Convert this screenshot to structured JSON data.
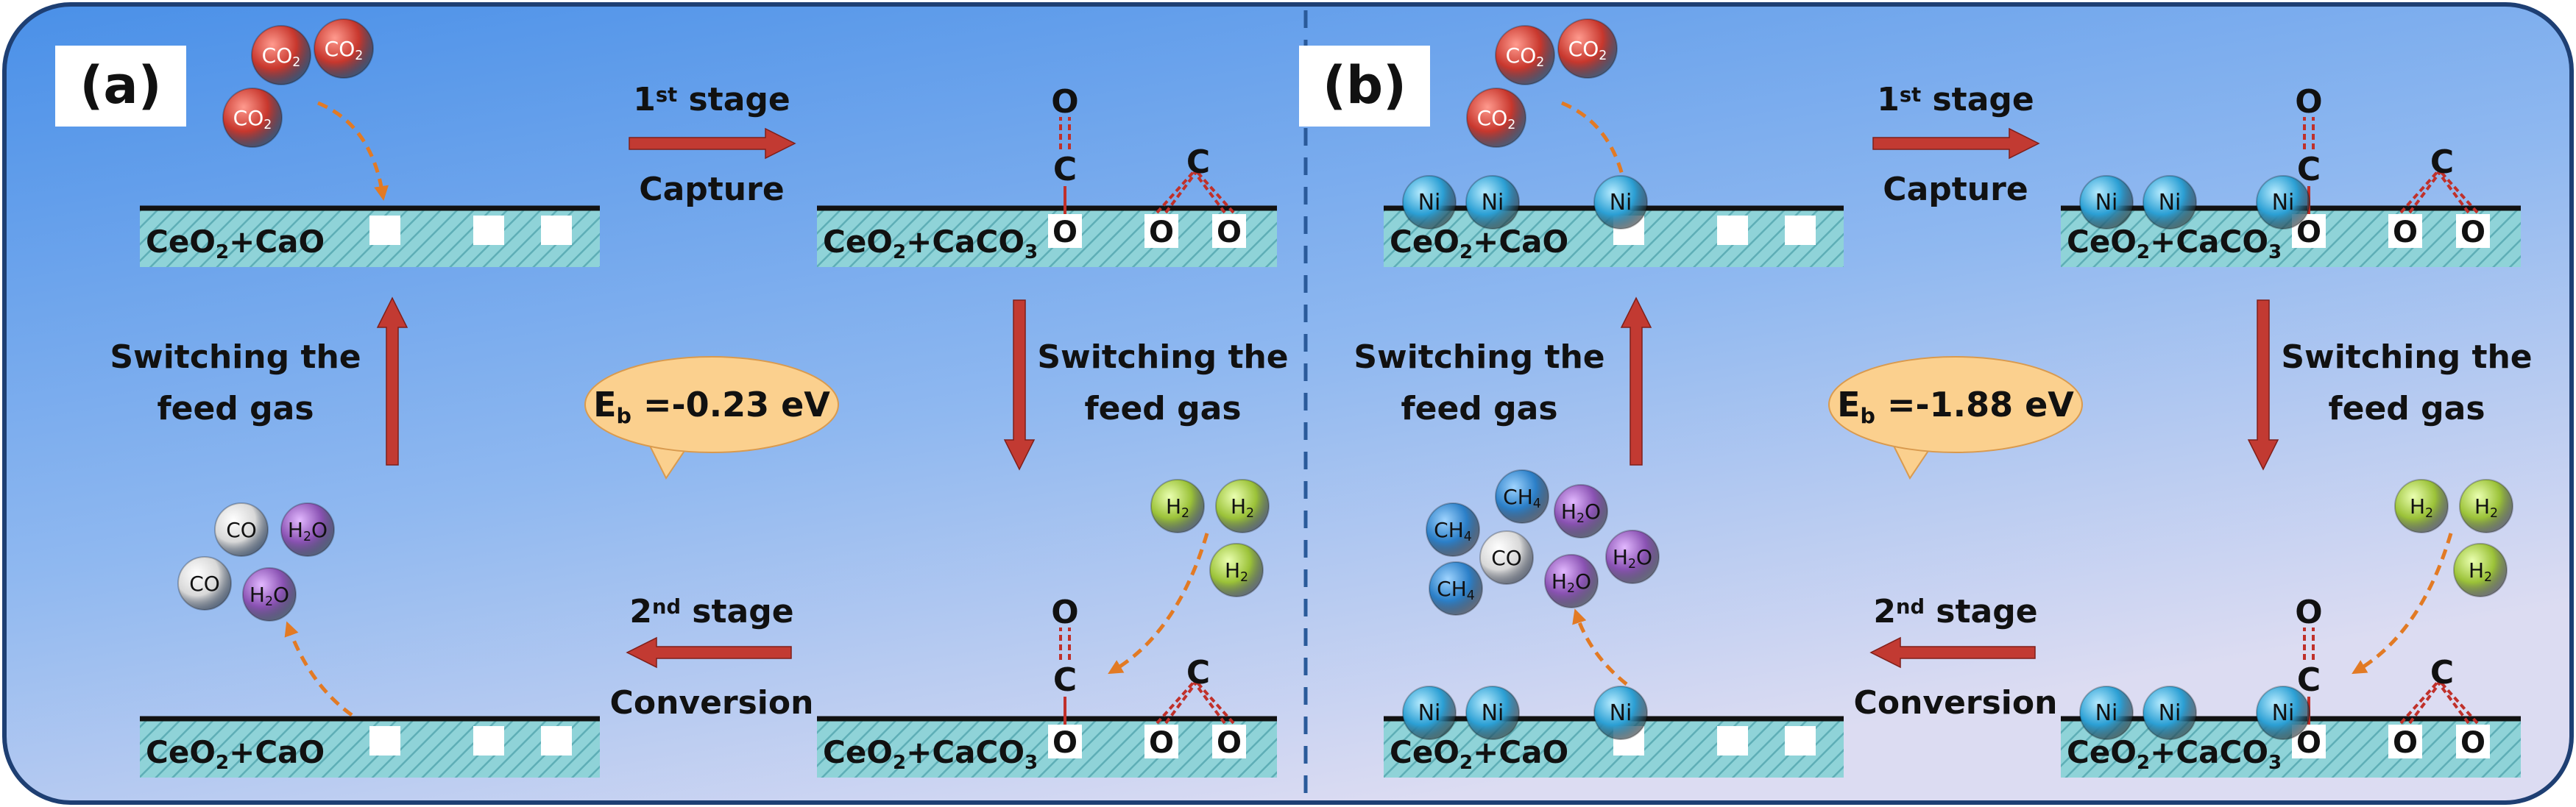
{
  "panels": [
    {
      "tag": "(a)",
      "support_start": "CeO",
      "support_start_sub": "2",
      "support_start_tail": "+CaO",
      "support_carb": "CeO",
      "support_carb_sub1": "2",
      "support_carb_mid": "+CaCO",
      "support_carb_sub2": "3",
      "stage1_ord": "1",
      "stage1_sup": "st",
      "stage1_word": " stage",
      "stage1_action": "Capture",
      "stage2_ord": "2",
      "stage2_sup": "nd",
      "stage2_word": " stage",
      "stage2_action": "Conversion",
      "switch_line1": "Switching the",
      "switch_line2": "feed gas",
      "eb_main": "E",
      "eb_sub": "b",
      "eb_value": " =-0.23 eV",
      "has_ni": false
    },
    {
      "tag": "(b)",
      "support_start": "CeO",
      "support_start_sub": "2",
      "support_start_tail": "+CaO",
      "support_carb": "CeO",
      "support_carb_sub1": "2",
      "support_carb_mid": "+CaCO",
      "support_carb_sub2": "3",
      "stage1_ord": "1",
      "stage1_sup": "st",
      "stage1_word": " stage",
      "stage1_action": "Capture",
      "stage2_ord": "2",
      "stage2_sup": "nd",
      "stage2_word": " stage",
      "stage2_action": "Conversion",
      "switch_line1": "Switching the",
      "switch_line2": "feed gas",
      "eb_main": "E",
      "eb_sub": "b",
      "eb_value": " =-1.88 eV",
      "has_ni": true
    }
  ],
  "molecules": {
    "co2": "CO",
    "co2_sub": "2",
    "h2": "H",
    "h2_sub": "2",
    "h2o_a": "H",
    "h2o_sub": "2",
    "h2o_b": "O",
    "co": "CO",
    "ch4": "CH",
    "ch4_sub": "4",
    "ni": "Ni"
  },
  "atoms": {
    "o": "O",
    "c": "C"
  },
  "colors": {
    "bg_top": "#4a90e8",
    "bg_bottom": "#dcdcf2",
    "frame": "#1e3f73",
    "arrow": "#c23a32",
    "dash": "#e27a24",
    "surface": "#8fd3d8",
    "co2": "#c8372d",
    "h2": "#9bc238",
    "h2o": "#8a52b3",
    "co": "#d8d8d8",
    "ch4": "#2b7fc8",
    "ni": "#2b9fd4",
    "bubble": "#fbd08e",
    "bond": "#c0302a"
  }
}
